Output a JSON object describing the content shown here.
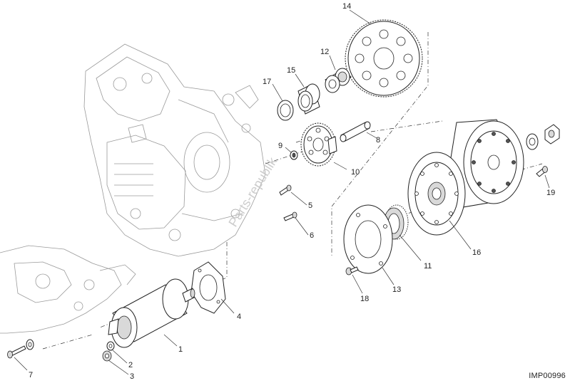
{
  "reference_code": "IMP00996",
  "watermark": "Parts-republik",
  "callouts": [
    {
      "id": "c1",
      "label": "1"
    },
    {
      "id": "c2",
      "label": "2"
    },
    {
      "id": "c3",
      "label": "3"
    },
    {
      "id": "c4",
      "label": "4"
    },
    {
      "id": "c5",
      "label": "5"
    },
    {
      "id": "c6",
      "label": "6"
    },
    {
      "id": "c7",
      "label": "7"
    },
    {
      "id": "c8",
      "label": "8"
    },
    {
      "id": "c9",
      "label": "9"
    },
    {
      "id": "c10",
      "label": "10"
    },
    {
      "id": "c11",
      "label": "11"
    },
    {
      "id": "c12",
      "label": "12"
    },
    {
      "id": "c13",
      "label": "13"
    },
    {
      "id": "c14",
      "label": "14"
    },
    {
      "id": "c15",
      "label": "15"
    },
    {
      "id": "c16",
      "label": "16"
    },
    {
      "id": "c17",
      "label": "17"
    },
    {
      "id": "c18",
      "label": "18"
    },
    {
      "id": "c19",
      "label": "19"
    }
  ]
}
